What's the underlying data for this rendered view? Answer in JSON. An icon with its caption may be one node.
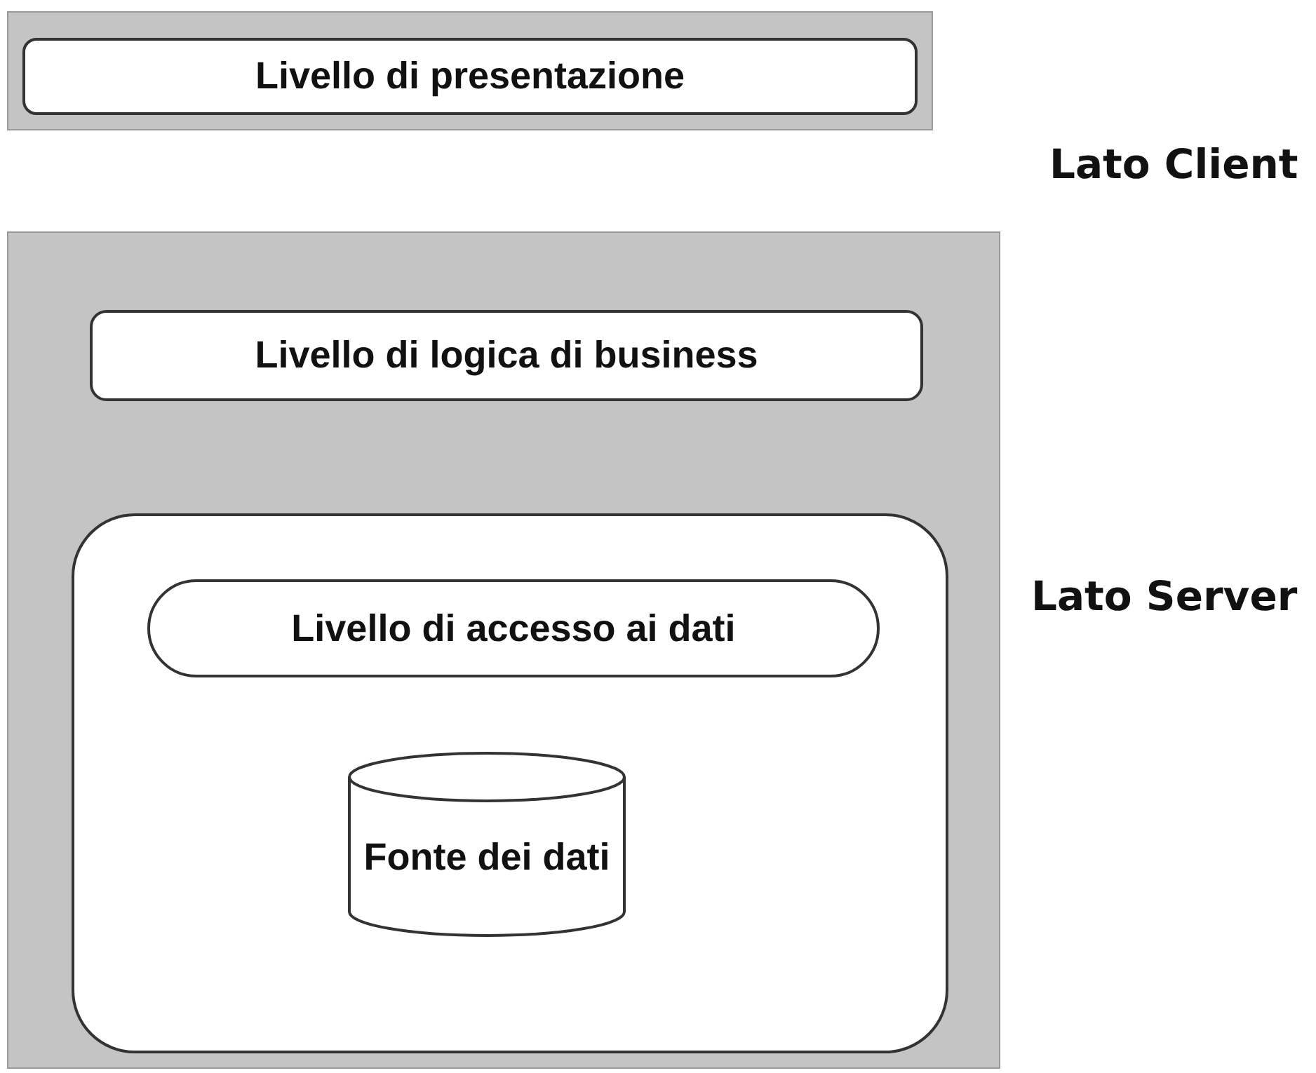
{
  "diagram": {
    "nodes": [
      {
        "text": [
          "Livello di presentazione"
        ]
      },
      {
        "text": [],
        "shape": "box"
      },
      {
        "text": [
          "Livello di logica di business"
        ],
        "in": 1
      },
      {
        "text": [],
        "shape": "box",
        "in": 1
      },
      {
        "text": [
          "Livello di accesso ai dati"
        ],
        "in": 3
      },
      {
        "text": [
          "Fonte dei dati"
        ],
        "in": 3
      }
    ],
    "labels": [
      "Lato Client",
      "Lato Server"
    ]
  }
}
